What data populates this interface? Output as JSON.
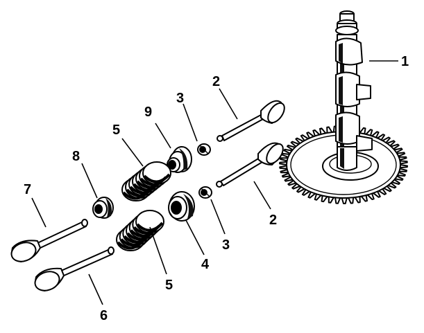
{
  "labels": {
    "camshaft": "1",
    "valve_top": "2",
    "valve_bottom": "2",
    "keeper_top": "3",
    "keeper_bottom": "3",
    "rotator": "4",
    "spring_top": "5",
    "spring_bottom": "5",
    "valve_6": "6",
    "valve_7": "7",
    "retainer_8": "8",
    "retainer_9": "9"
  }
}
